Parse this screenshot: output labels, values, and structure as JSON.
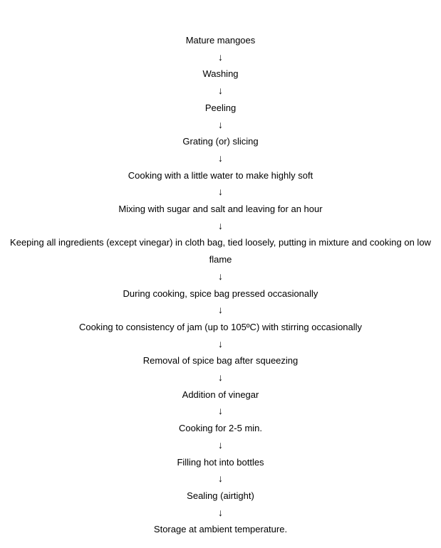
{
  "flowchart": {
    "arrow_glyph": "↓",
    "steps": [
      {
        "label": "Mature mangoes"
      },
      {
        "label": "Washing"
      },
      {
        "label": "Peeling"
      },
      {
        "label": "Grating (or) slicing"
      },
      {
        "label": "Cooking with a little water to make highly soft"
      },
      {
        "label": "Mixing with sugar and salt and leaving for an hour"
      },
      {
        "label": "Keeping all ingredients (except vinegar) in cloth bag, tied loosely, putting in mixture and cooking on low flame"
      },
      {
        "label": "During cooking, spice bag pressed occasionally"
      },
      {
        "label": "Cooking to consistency of jam (up to 105ºC) with stirring occasionally"
      },
      {
        "label": "Removal of spice bag after squeezing"
      },
      {
        "label": "Addition of vinegar"
      },
      {
        "label": "Cooking for 2-5 min."
      },
      {
        "label": "Filling hot into bottles"
      },
      {
        "label": "Sealing (airtight)"
      },
      {
        "label": "Storage at ambient temperature."
      }
    ]
  }
}
